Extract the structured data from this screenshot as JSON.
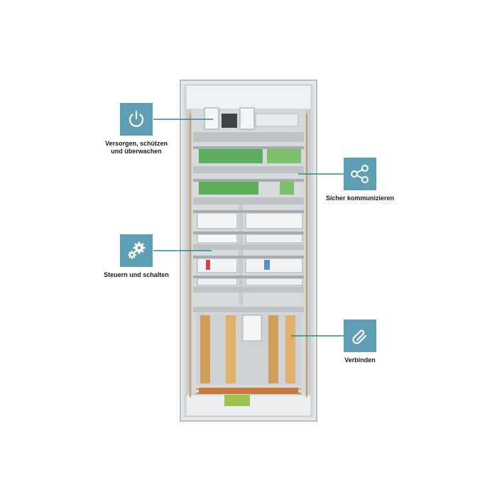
{
  "callouts": {
    "power": {
      "label_line1": "Versorgen, schützen",
      "label_line2": "und überwachen",
      "icon": "power-icon"
    },
    "communicate": {
      "label": "Sicher kommunizieren",
      "icon": "network-icon"
    },
    "control": {
      "label": "Steuern und schalten",
      "icon": "gears-icon"
    },
    "connect": {
      "label": "Verbinden",
      "icon": "paperclip-icon"
    }
  },
  "colors": {
    "icon_background": "#5f9fb6",
    "connector_line": "#2d8a8a",
    "cabinet_frame": "#c9ccce",
    "din_rail": "#a7acb0",
    "terminal_green": "#5cae5a",
    "wire_orange": "#d9822b"
  }
}
